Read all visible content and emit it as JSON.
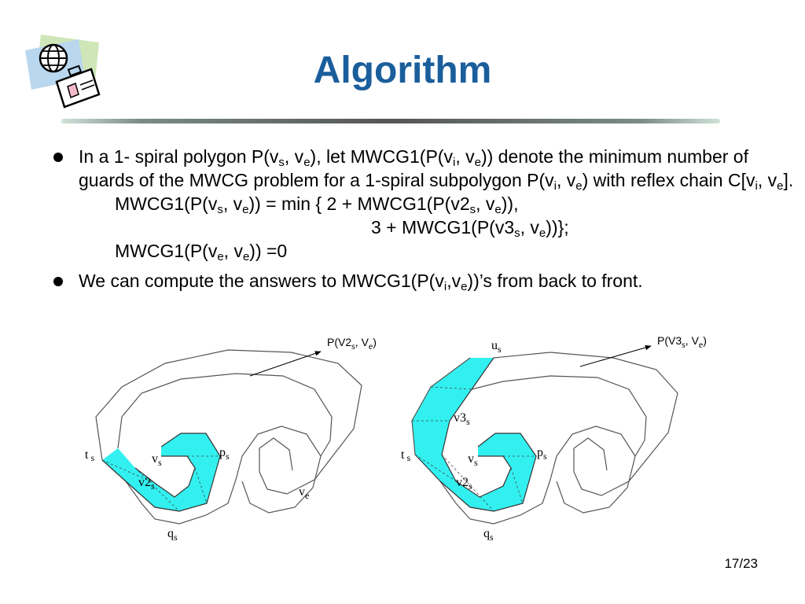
{
  "slide": {
    "title": "Algorithm",
    "page_number": "17/23",
    "logo_icon": "globe-briefcase-icon",
    "accent_color": "#1a5e9c",
    "fill_color": "#33f0f0"
  },
  "bullets": [
    {
      "t1": "In a 1- spiral polygon P(v",
      "t1s": "s",
      "t2": ", v",
      "t2s": "e",
      "t3": "), let MWCG1(P(v",
      "t3s": "i",
      "t4": ", v",
      "t4s": "e",
      "t5": ")) denote the minimum number of guards of the MWCG problem for a 1-spiral subpolygon P(v",
      "t5s": "i",
      "t6": ", v",
      "t6s": "e",
      "t7": ") with reflex chain C[v",
      "t7s": "i",
      "t8": ", v",
      "t8s": "e",
      "t9": "].",
      "eq1": {
        "a": "MWCG1(P(v",
        "as": "s",
        "b": ", v",
        "bs": "e",
        "c": ")) = min { 2 + MWCG1(P(v2",
        "cs": "s",
        "d": ", v",
        "ds": "e",
        "e": ")),"
      },
      "eq2": {
        "a": "3 + MWCG1(P(v3",
        "as": "s",
        "b": ", v",
        "bs": "e",
        "c": "))};"
      },
      "eq3": {
        "a": "MWCG1(P(v",
        "as": "e",
        "b": ", v",
        "bs": "e",
        "c": ")) =0"
      }
    },
    {
      "a": "We can compute the answers to MWCG1(P(v",
      "as": "i",
      "b": ",v",
      "bs": "e",
      "c": "))’s from back to front."
    }
  ],
  "figure_left": {
    "ptr_label": "P(V2",
    "ptr_sub1": "s",
    "ptr_mid": ", V",
    "ptr_sub2": "e",
    "ptr_end": ")",
    "t": "t",
    "t_sub": "s",
    "v": "v",
    "v_sub": "s",
    "p": "p",
    "p_sub": "s",
    "v2": "v2",
    "v2_sub": "s",
    "ve": "v",
    "ve_sub": "e",
    "q": "q",
    "q_sub": "s"
  },
  "figure_right": {
    "ptr_label": "P(V3",
    "ptr_sub1": "s",
    "ptr_mid": ", V",
    "ptr_sub2": "e",
    "ptr_end": ")",
    "u": "u",
    "u_sub": "s",
    "v3": "v3",
    "v3_sub": "s",
    "t": "t",
    "t_sub": "s",
    "v": "v",
    "v_sub": "s",
    "p": "p",
    "p_sub": "s",
    "v2": "v2",
    "v2_sub": "s",
    "q": "q",
    "q_sub": "s"
  }
}
